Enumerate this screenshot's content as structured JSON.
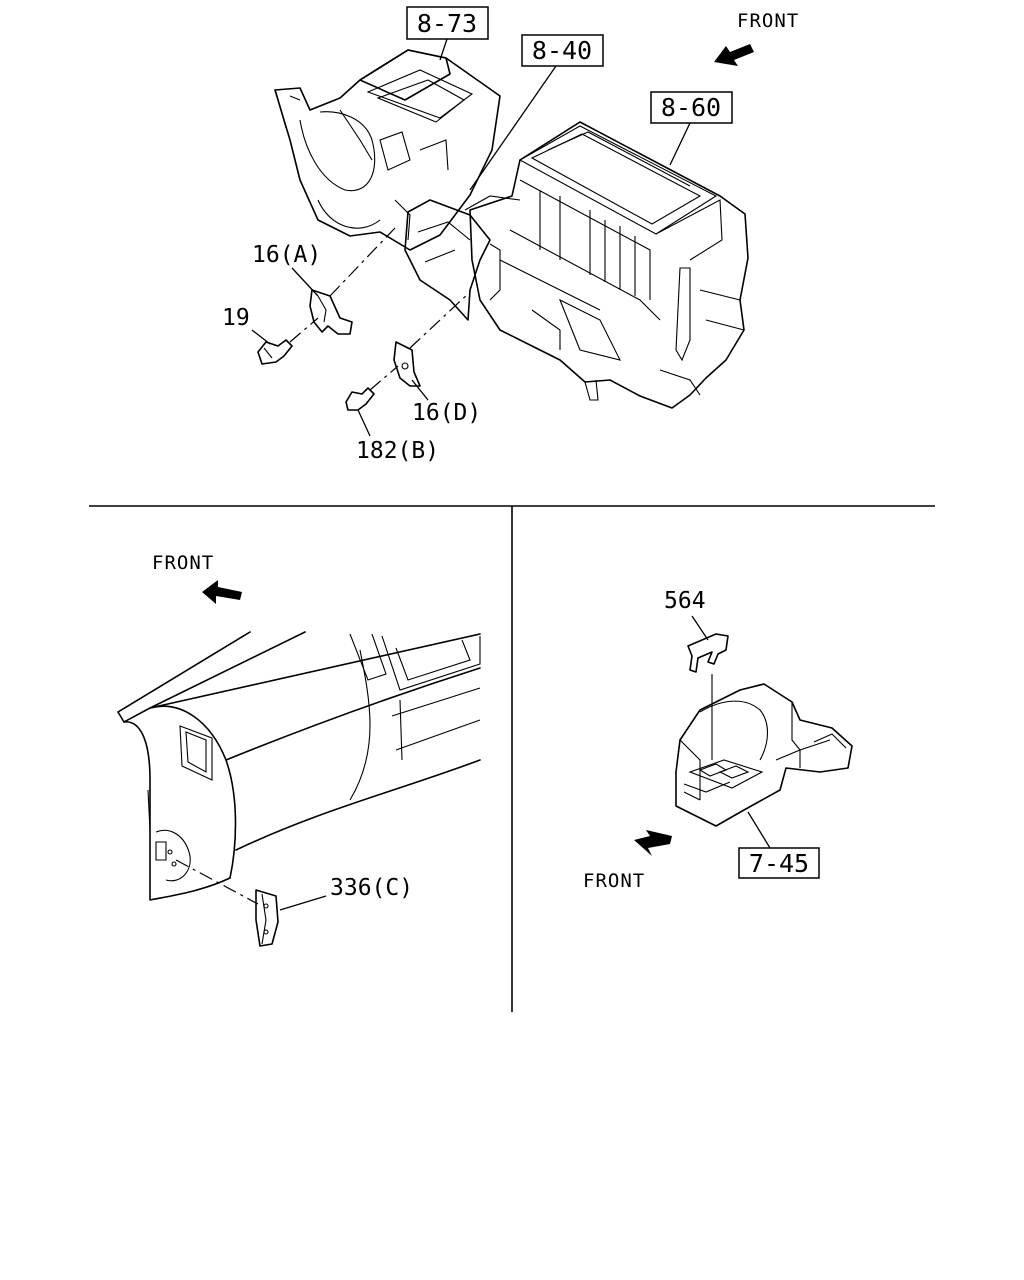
{
  "refs": {
    "ref_8_73": "8-73",
    "ref_8_40": "8-40",
    "ref_8_60": "8-60",
    "ref_7_45": "7-45"
  },
  "parts": {
    "p16a": "16(A)",
    "p19": "19",
    "p16d": "16(D)",
    "p182b": "182(B)",
    "p336c": "336(C)",
    "p564": "564"
  },
  "front": {
    "top": "FRONT",
    "left_panel": "FRONT",
    "right_panel": "FRONT"
  }
}
